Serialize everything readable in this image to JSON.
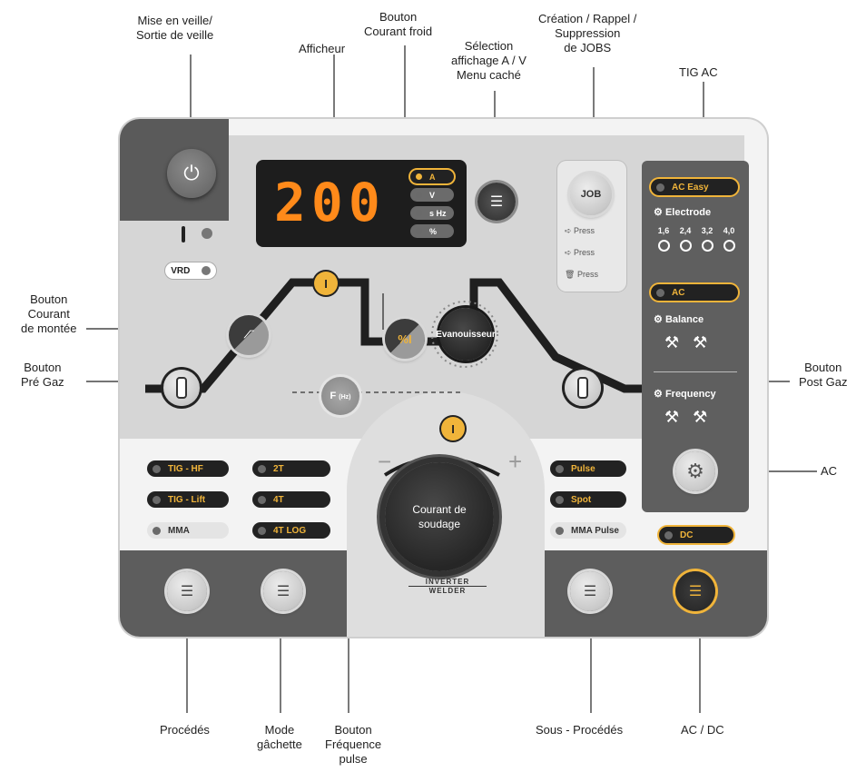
{
  "callouts": {
    "veille": [
      "Mise en veille/",
      "Sortie de veille"
    ],
    "afficheur": [
      "Afficheur"
    ],
    "courant_froid": [
      "Bouton",
      "Courant froid"
    ],
    "selection": [
      "Sélection",
      "affichage A / V",
      "Menu caché"
    ],
    "jobs": [
      "Création / Rappel /",
      "Suppression",
      "de JOBS"
    ],
    "tig_ac": [
      "TIG AC"
    ],
    "montee": [
      "Bouton",
      "Courant",
      "de montée"
    ],
    "pregaz": [
      "Bouton",
      "Pré Gaz"
    ],
    "postgaz": [
      "Bouton",
      "Post Gaz"
    ],
    "ac": [
      "AC"
    ],
    "procedes": [
      "Procédés"
    ],
    "gachette": [
      "Mode",
      "gâchette"
    ],
    "frequence": [
      "Bouton",
      "Fréquence",
      "pulse"
    ],
    "sous_procedes": [
      "Sous - Procédés"
    ],
    "acdc": [
      "AC / DC"
    ]
  },
  "display": {
    "value": "200",
    "units": [
      "A",
      "V",
      "s  Hz",
      "%"
    ],
    "active_unit": "A"
  },
  "panel": {
    "vrd": "VRD",
    "job": "JOB",
    "press": "Press",
    "cold_current_symbol": "%",
    "current_symbol": "I",
    "freq_label": "F",
    "freq_unit": "(Hz)",
    "evanouisseur": "Evanouisseur",
    "welding_current": [
      "Courant de",
      "soudage"
    ],
    "minus": "−",
    "plus": "+",
    "brand": [
      "INVERTER",
      "WELDER"
    ]
  },
  "ac_panel": {
    "ac_easy": "AC Easy",
    "electrode": "Electrode",
    "sizes": [
      "1,6",
      "2,4",
      "3,2",
      "4,0"
    ],
    "ac": "AC",
    "balance": "Balance",
    "frequency": "Frequency",
    "dc": "DC"
  },
  "procedes": [
    "TIG - HF",
    "TIG - Lift",
    "MMA"
  ],
  "gachette": [
    "2T",
    "4T",
    "4T LOG"
  ],
  "sous_procedes": [
    "Pulse",
    "Spot",
    "MMA Pulse"
  ],
  "colors": {
    "accent": "#f0b43a",
    "panel_grey": "#d6d6d6",
    "dark": "#222222",
    "display_digits": "#ff8a1a"
  }
}
